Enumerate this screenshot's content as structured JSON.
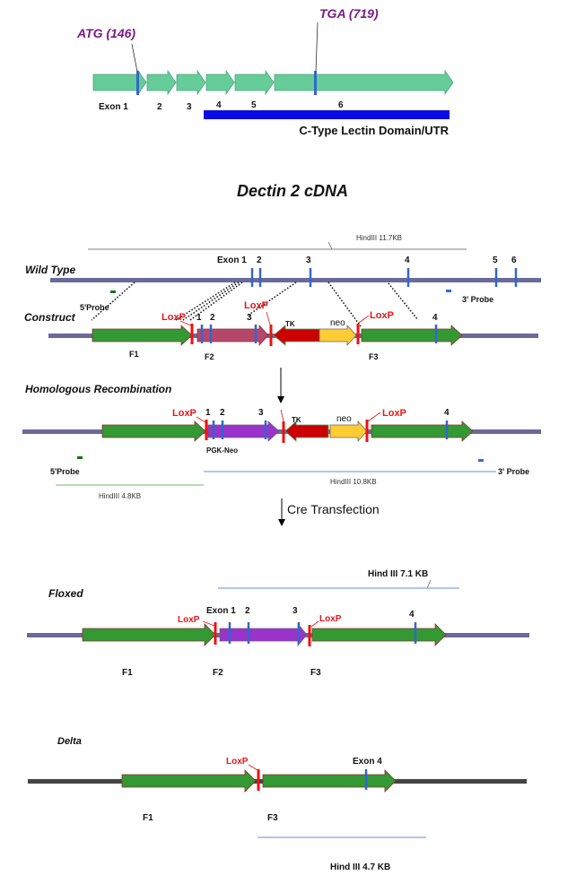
{
  "colors": {
    "cdna_exon": "#66cc99",
    "cdna_exon_stroke": "#4aa57a",
    "lectin_bar": "#0a0ae6",
    "backbone_purple": "#6a6a9a",
    "backbone_dark": "#444444",
    "fragment_green": "#339933",
    "fragment_f2_construct": "#b5476a",
    "fragment_f2_purple": "#9933cc",
    "tk_red": "#cc0000",
    "neo_yellow": "#ffcc33",
    "loxp_red": "#ee1111",
    "exon_marker_blue": "#3366cc",
    "probe_green": "#117711",
    "probe_blue": "#3366ee",
    "hind_line_blue": "#6688dd",
    "hind_line_green": "#66bb66"
  },
  "cdna": {
    "atg_label": "ATG (146)",
    "tga_label": "TGA (719)",
    "exon_labels": [
      "Exon 1",
      "2",
      "3",
      "4",
      "5",
      "6"
    ],
    "domain_label": "C-Type Lectin Domain/UTR",
    "title": "Dectin 2 cDNA"
  },
  "wild_type": {
    "title": "Wild Type",
    "hind_label": "HindIII 11.7KB",
    "exon_labels": [
      "Exon 1",
      "2",
      "3",
      "4",
      "5",
      "6"
    ],
    "probe5_label": "5'Probe",
    "probe3_label": "3' Probe"
  },
  "construct": {
    "title": "Construct",
    "loxp_labels": [
      "LoxP",
      "LoxP",
      "LoxP"
    ],
    "exon_labels": [
      "1",
      "2",
      "3",
      "4"
    ],
    "tk_label": "TK",
    "neo_label": "neo",
    "fragment_labels": [
      "F1",
      "F2",
      "F3"
    ]
  },
  "homologous": {
    "title": "Homologous Recombination",
    "loxp_labels": [
      "LoxP",
      "LoxP"
    ],
    "exon_labels": [
      "1",
      "2",
      "3",
      "4"
    ],
    "tk_label": "TK",
    "neo_label": "neo",
    "pgk_label": "PGK-Neo",
    "probe5_label": "5'Probe",
    "probe3_label": "3' Probe",
    "hind_small_label": "HindIII 4.8KB",
    "hind_large_label": "HindIII 10.8KB"
  },
  "cre_label": "Cre Transfection",
  "floxed": {
    "title": "Floxed",
    "hind_label": "Hind III 7.1 KB",
    "loxp_labels": [
      "LoxP",
      "LoxP"
    ],
    "exon_labels": [
      "Exon 1",
      "2",
      "3",
      "4"
    ],
    "fragment_labels": [
      "F1",
      "F2",
      "F3"
    ]
  },
  "delta": {
    "title": "Delta",
    "loxp_label": "LoxP",
    "exon_label": "Exon 4",
    "fragment_labels": [
      "F1",
      "F3"
    ],
    "hind_label": "Hind III 4.7 KB"
  }
}
